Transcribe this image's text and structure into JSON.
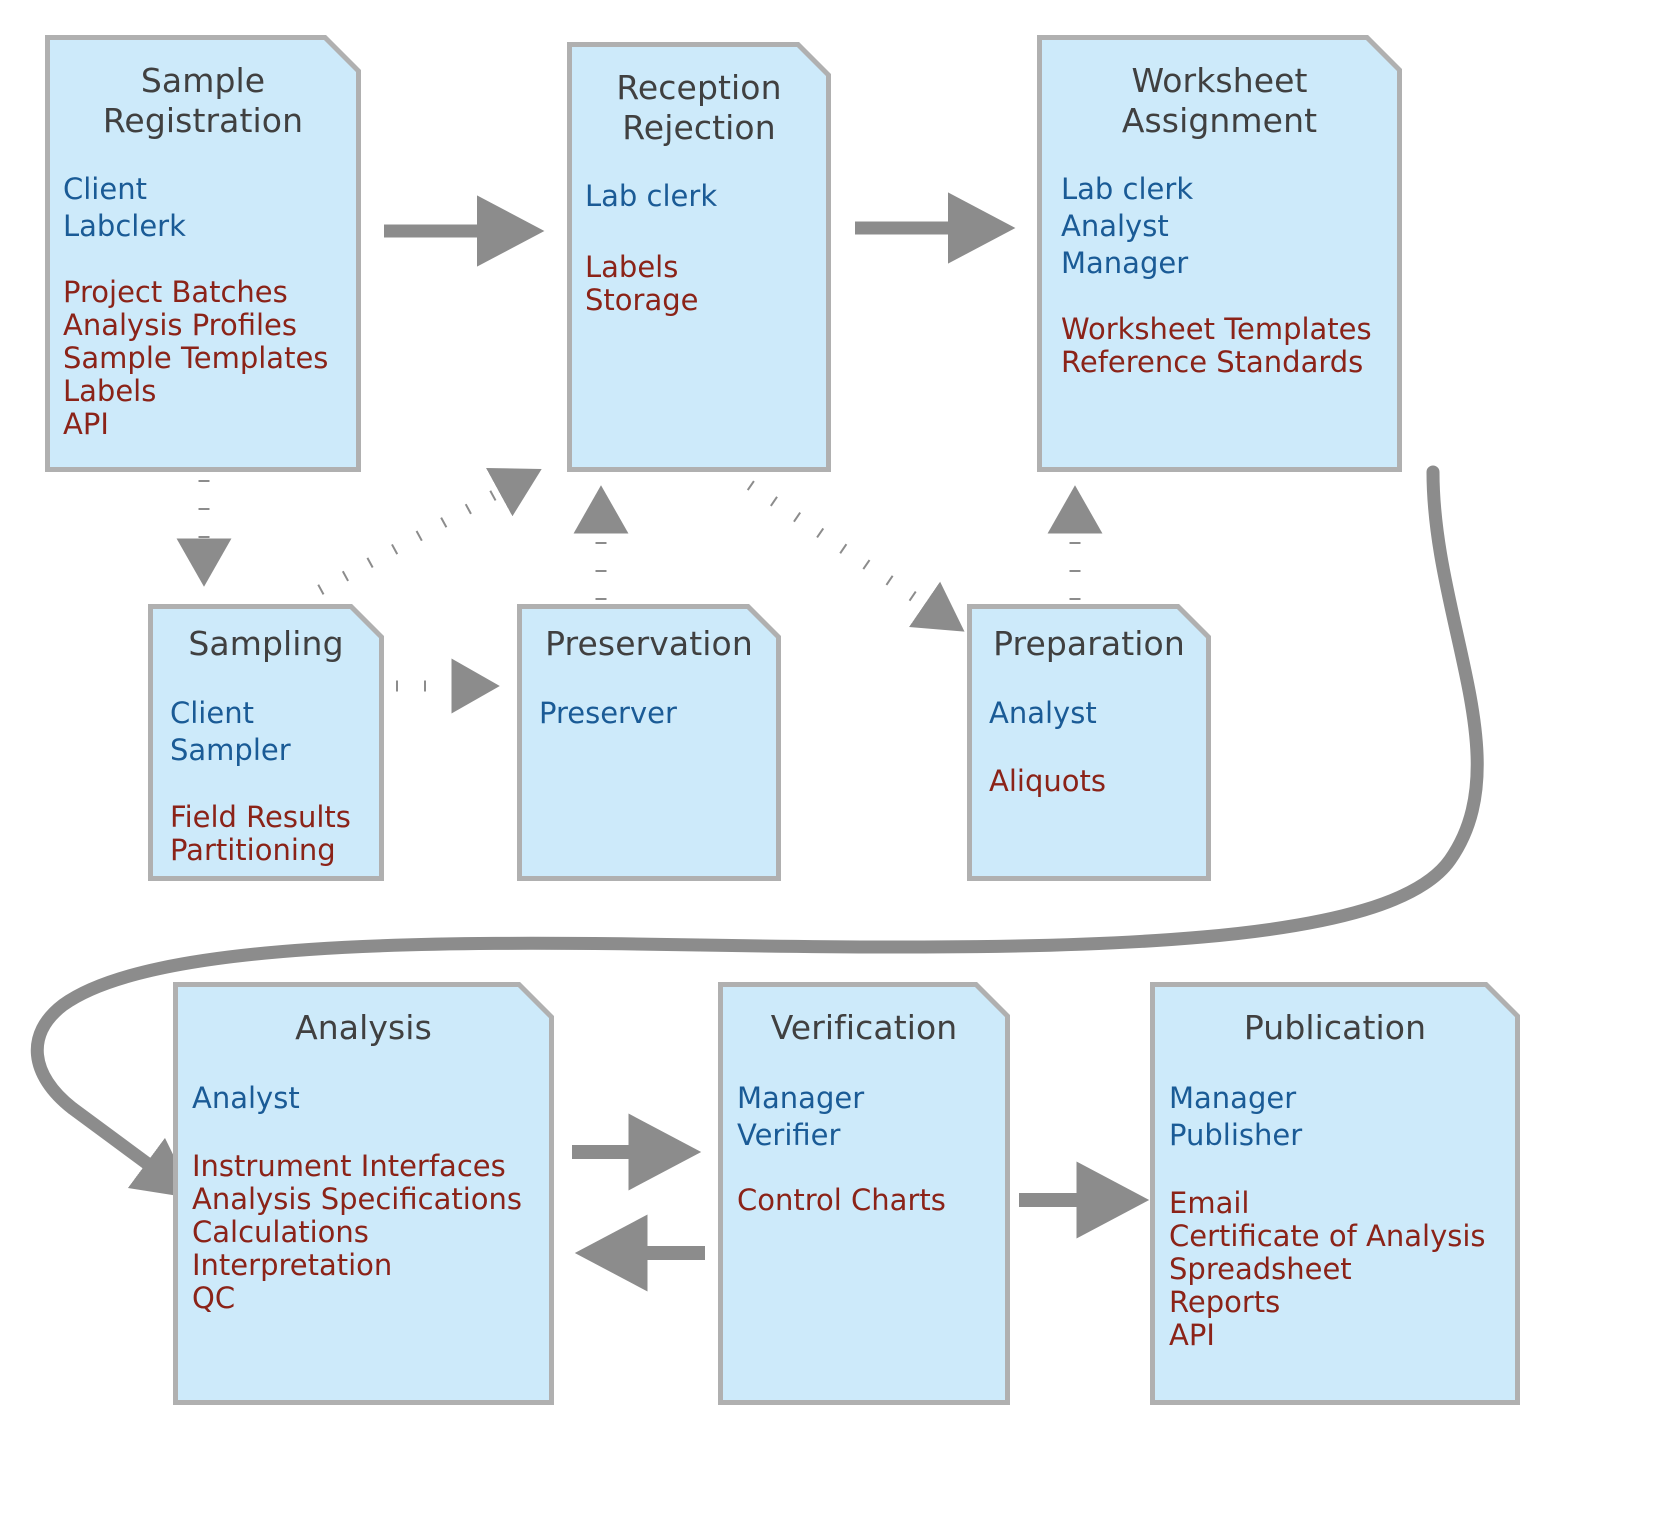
{
  "diagram": {
    "title_role_color": "#1a5b96",
    "feature_color": "#8b2318",
    "node_fill": "#cdeafa",
    "node_border": "#b0b0b0",
    "arrow_color": "#8c8c8c",
    "heading_color": "#404040",
    "type": "flowchart",
    "nodes": [
      {
        "id": "sample-registration",
        "title": "Sample\nRegistration",
        "roles": "Client\nLabclerk",
        "features": "Project Batches\nAnalysis Profiles\nSample Templates\nLabels\nAPI"
      },
      {
        "id": "reception-rejection",
        "title": "Reception\nRejection",
        "roles": "Lab clerk",
        "features": "Labels\nStorage"
      },
      {
        "id": "worksheet-assignment",
        "title": "Worksheet\nAssignment",
        "roles": "Lab clerk\nAnalyst\nManager",
        "features": "Worksheet Templates\nReference Standards"
      },
      {
        "id": "sampling",
        "title": "Sampling",
        "roles": "Client\nSampler",
        "features": "Field Results\nPartitioning"
      },
      {
        "id": "preservation",
        "title": "Preservation",
        "roles": "Preserver",
        "features": ""
      },
      {
        "id": "preparation",
        "title": "Preparation",
        "roles": "Analyst",
        "features": "Aliquots"
      },
      {
        "id": "analysis",
        "title": "Analysis",
        "roles": "Analyst",
        "features": "Instrument Interfaces\nAnalysis Specifications\nCalculations\nInterpretation\nQC"
      },
      {
        "id": "verification",
        "title": "Verification",
        "roles": "Manager\nVerifier",
        "features": "Control Charts"
      },
      {
        "id": "publication",
        "title": "Publication",
        "roles": "Manager\nPublisher",
        "features": "Email\nCertificate of Analysis\nSpreadsheet\nReports\nAPI"
      }
    ],
    "edges": [
      {
        "from": "sample-registration",
        "to": "reception-rejection",
        "style": "solid"
      },
      {
        "from": "reception-rejection",
        "to": "worksheet-assignment",
        "style": "solid"
      },
      {
        "from": "sample-registration",
        "to": "sampling",
        "style": "dotted"
      },
      {
        "from": "sampling",
        "to": "preservation",
        "style": "dotted"
      },
      {
        "from": "sampling",
        "to": "reception-rejection",
        "style": "dotted"
      },
      {
        "from": "preservation",
        "to": "reception-rejection",
        "style": "dotted"
      },
      {
        "from": "reception-rejection",
        "to": "preparation",
        "style": "dotted"
      },
      {
        "from": "preparation",
        "to": "worksheet-assignment",
        "style": "dotted"
      },
      {
        "from": "worksheet-assignment",
        "to": "analysis",
        "style": "curved"
      },
      {
        "from": "analysis",
        "to": "verification",
        "style": "solid"
      },
      {
        "from": "verification",
        "to": "analysis",
        "style": "solid"
      },
      {
        "from": "verification",
        "to": "publication",
        "style": "solid"
      }
    ]
  }
}
